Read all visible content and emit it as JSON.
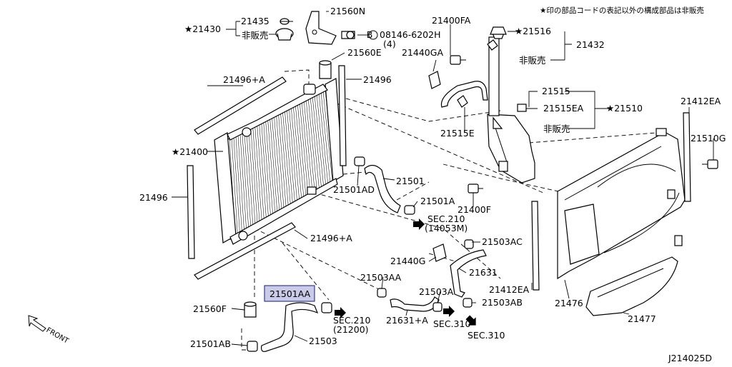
{
  "diagram": {
    "note_top_right": "★印の部品コードの表記以外の構成部品は非販売",
    "diagram_code": "J214025D",
    "front_label": "FRONT",
    "highlighted_part": "21501AA",
    "labels": {
      "p21430": "★21430",
      "p21435": "21435",
      "p21430_nonsale": "非販売",
      "p21560N": "21560N",
      "p08146": "08146-6202H",
      "p08146_qty": "(4)",
      "bolt_marker": "B",
      "p21560E": "21560E",
      "p21400FA": "21400FA",
      "p21516": "★21516",
      "p21432": "21432",
      "p21432_nonsale": "非販売",
      "p21440GA": "21440GA",
      "p21496A_top": "21496+A",
      "p21496_top": "21496",
      "p21515": "21515",
      "p21515EA": "21515EA",
      "p21510": "★21510",
      "p21515_nonsale": "非販売",
      "p21515E": "21515E",
      "p21412EA_top": "21412EA",
      "p21510G": "21510G",
      "p21400": "★21400",
      "p21496_left": "21496",
      "p21501AD": "21501AD",
      "p21501": "21501",
      "p21501A": "21501A",
      "p21400F": "21400F",
      "sec210_a": "SEC.210",
      "sec210_a_sub": "(14053M)",
      "p21496A_bottom": "21496+A",
      "p21503AC": "21503AC",
      "p21440G": "21440G",
      "p21631": "21631",
      "p21503AA": "21503AA",
      "p21501AA": "21501AA",
      "p21503A": "21503A",
      "p21412EA_bottom": "21412EA",
      "p21503AB": "21503AB",
      "p21476": "21476",
      "p21560F": "21560F",
      "sec210_b": "SEC.210",
      "sec210_b_sub": "(21200)",
      "p21631A": "21631+A",
      "sec310_a": "SEC.310",
      "sec310_b": "SEC.310",
      "p21477": "21477",
      "p21501AB": "21501AB",
      "p21503": "21503"
    }
  }
}
